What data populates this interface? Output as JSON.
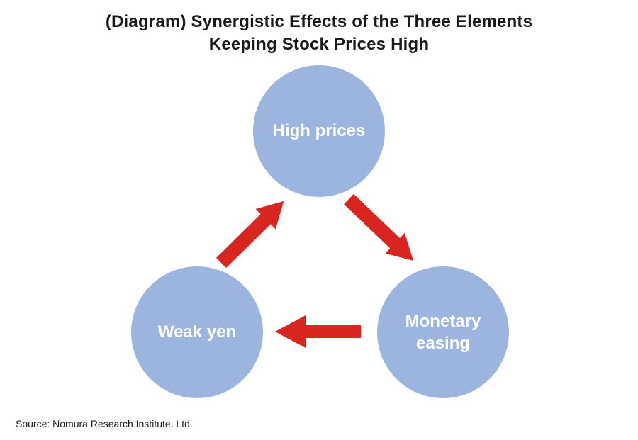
{
  "title": {
    "line1": "(Diagram) Synergistic Effects of the Three Elements",
    "line2": "Keeping Stock Prices High"
  },
  "nodes": [
    {
      "id": "high-prices",
      "label": "High prices"
    },
    {
      "id": "weak-yen",
      "label": "Weak yen"
    },
    {
      "id": "monetary-easing",
      "label": "Monetary easing"
    }
  ],
  "arrows": [
    {
      "from": "High prices",
      "to": "Monetary easing",
      "direction": "down-right"
    },
    {
      "from": "Monetary easing",
      "to": "Weak yen",
      "direction": "left"
    },
    {
      "from": "Weak yen",
      "to": "High prices",
      "direction": "up-right"
    }
  ],
  "source": "Source: Nomura Research Institute, Ltd.",
  "colors": {
    "circle-fill": "#9CB5DF",
    "arrow-red": "#D9251F",
    "title-color": "#1A1A1A",
    "label-color": "#FFFFFF",
    "source-color": "#1A1A1A"
  }
}
